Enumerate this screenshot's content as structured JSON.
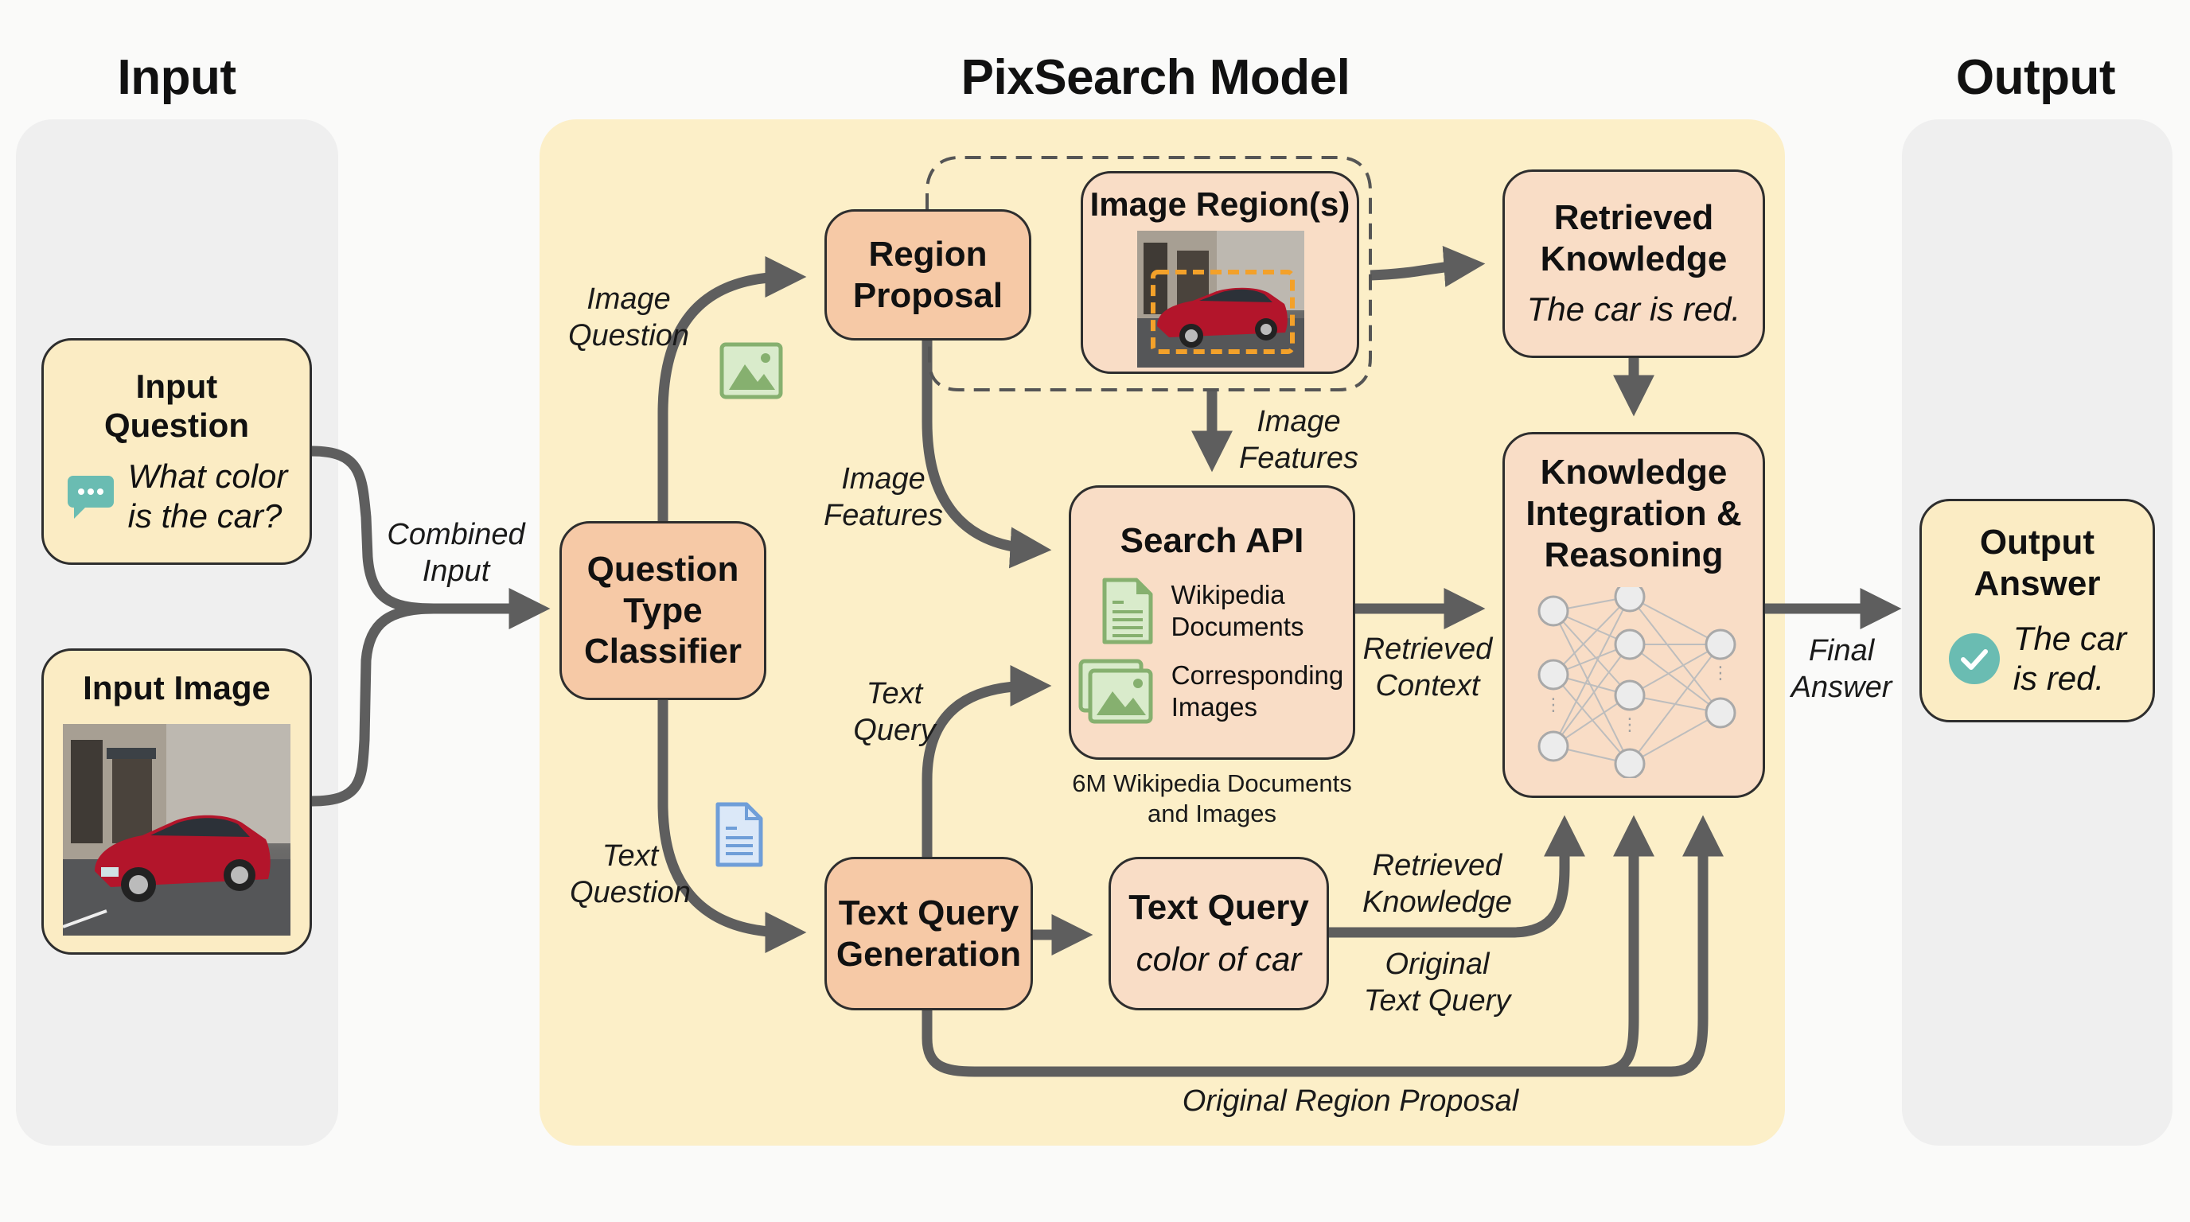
{
  "sections": {
    "input": "Input",
    "model": "PixSearch Model",
    "output": "Output"
  },
  "input_question": {
    "title": "Input Question",
    "title_lines": [
      "Input",
      "Question"
    ],
    "text_lines": [
      "What color",
      "is the car?"
    ],
    "icon": "speech-bubble-icon"
  },
  "input_image": {
    "title": "Input Image",
    "image": "red-car-street-photo"
  },
  "nodes": {
    "classifier": {
      "lines": [
        "Question",
        "Type",
        "Classifier"
      ]
    },
    "region_proposal": {
      "lines": [
        "Region",
        "Proposal"
      ]
    },
    "image_regions": {
      "title": "Image Region(s)",
      "image": "red-car-with-dashed-bounding-box"
    },
    "retrieved_knowledge": {
      "lines": [
        "Retrieved",
        "Knowledge"
      ],
      "text": "The car is red."
    },
    "search_api": {
      "title": "Search API",
      "items": [
        {
          "icon": "document-icon",
          "lines": [
            "Wikipedia",
            "Documents"
          ]
        },
        {
          "icon": "images-icon",
          "lines": [
            "Corresponding",
            "Images"
          ]
        }
      ],
      "caption_lines": [
        "6M Wikipedia Documents",
        "and Images"
      ]
    },
    "kir": {
      "lines": [
        "Knowledge",
        "Integration &",
        "Reasoning"
      ],
      "graphic": "neural-network-icon"
    },
    "text_query_generation": {
      "lines": [
        "Text Query",
        "Generation"
      ]
    },
    "text_query": {
      "title": "Text Query",
      "text": "color of car"
    },
    "output_answer": {
      "lines": [
        "Output",
        "Answer"
      ],
      "text_lines": [
        "The car",
        "is red."
      ],
      "icon": "check-circle-icon"
    }
  },
  "edge_labels": {
    "combined_input": [
      "Combined",
      "Input"
    ],
    "image_question": [
      "Image",
      "Question"
    ],
    "image_features_left": [
      "Image",
      "Features"
    ],
    "image_features_top": [
      "Image",
      "Features"
    ],
    "text_query": [
      "Text",
      "Query"
    ],
    "text_question": [
      "Text",
      "Question"
    ],
    "retrieved_context": [
      "Retrieved",
      "Context"
    ],
    "retrieved_knowledge": [
      "Retrieved",
      "Knowledge"
    ],
    "original_text_query": [
      "Original",
      "Text Query"
    ],
    "original_region_proposal": "Original Region Proposal",
    "final_answer": [
      "Final",
      "Answer"
    ]
  },
  "colors": {
    "input_box": "#fbecc4",
    "process_box": "#f6c9a6",
    "light_box": "#f9ddc6",
    "model_panel": "#fcefc8",
    "side_panel": "#efefef",
    "arrow": "#5e5e5e",
    "icon_green": "#86b06f",
    "icon_blue": "#6f9ed8",
    "icon_teal": "#6abcb2",
    "bbox_orange": "#f3a12a"
  }
}
